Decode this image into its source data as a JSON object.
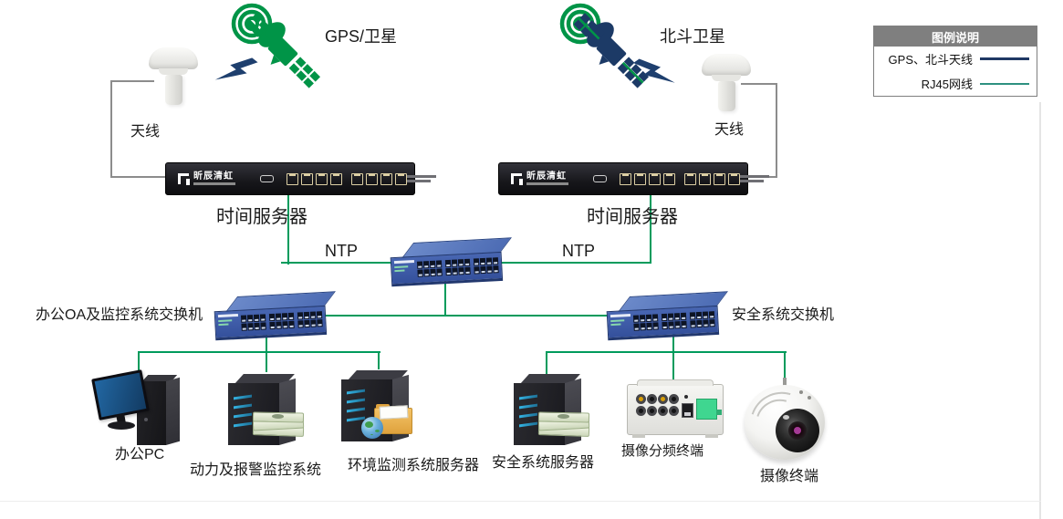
{
  "legend": {
    "title": "图例说明",
    "items": [
      {
        "label": "GPS、北斗天线",
        "line_color": "#1F3864"
      },
      {
        "label": "RJ45网线",
        "line_color": "#2E9180"
      }
    ]
  },
  "nodes": {
    "gps_satellite": {
      "label": "GPS/卫星"
    },
    "beidou_satellite": {
      "label": "北斗卫星"
    },
    "antenna_left": {
      "label": "天线"
    },
    "antenna_right": {
      "label": "天线"
    },
    "time_server_left": {
      "label": "时间服务器",
      "brand": "昕辰清虹"
    },
    "time_server_right": {
      "label": "时间服务器",
      "brand": "昕辰清虹"
    },
    "office_switch": {
      "label": "办公OA及监控系统交换机"
    },
    "security_switch": {
      "label": "安全系统交换机"
    },
    "office_pc": {
      "label": "办公PC"
    },
    "power_alarm_system": {
      "label": "动力及报警监控系统"
    },
    "env_monitor_server": {
      "label": "环境监测系统服务器"
    },
    "security_server": {
      "label": "安全系统服务器"
    },
    "video_divider_terminal": {
      "label": "摄像分频终端"
    },
    "camera_terminal": {
      "label": "摄像终端"
    }
  },
  "links": {
    "ntp_left": "NTP",
    "ntp_right": "NTP"
  },
  "colors": {
    "rj45_line": "#009B5C",
    "antenna_cable": "#8C8C8C",
    "legend_antenna_line": "#1F3864",
    "legend_rj45_line": "#2E9180",
    "satellite_green": "#009447",
    "satellite_navy": "#1C3A66",
    "switch_blue": "#34509B"
  }
}
